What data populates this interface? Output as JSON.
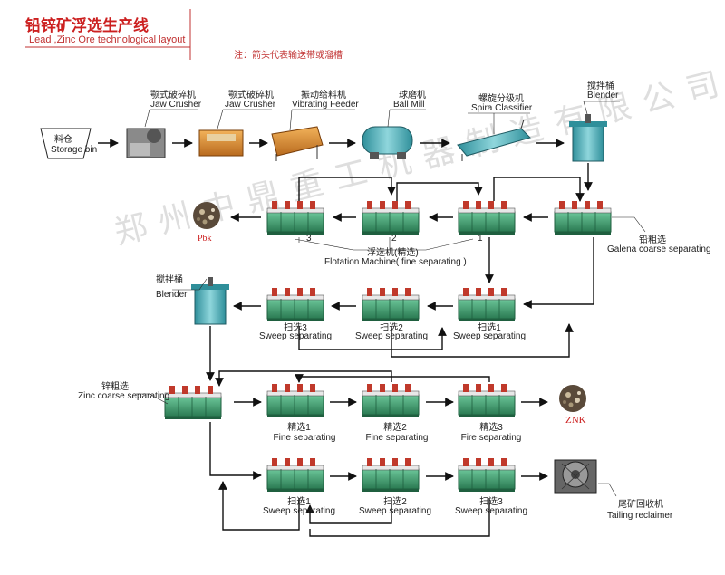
{
  "header": {
    "title_zh": "铅锌矿浮选生产线",
    "title_en": "Lead ,Zinc Ore technological layout",
    "note": "注：箭头代表输送带或溜槽"
  },
  "row1": {
    "storage_zh": "料仓",
    "storage_en": "Storage bin",
    "jaw1_zh": "颚式破碎机",
    "jaw1_en": "Jaw Crusher",
    "jaw2_zh": "颚式破碎机",
    "jaw2_en": "Jaw Crusher",
    "feeder_zh": "振动给料机",
    "feeder_en": "Vibrating Feeder",
    "mill_zh": "球磨机",
    "mill_en": "Ball Mill",
    "classifier_zh": "螺旋分级机",
    "classifier_en": "Spira Classifier",
    "blender_zh": "搅拌桶",
    "blender_en": "Blender"
  },
  "row2": {
    "pbk": "Pbk",
    "n3": "3",
    "n2": "2",
    "n1": "1",
    "fine_zh": "浮选机(精选)",
    "fine_en": "Flotation Machine( fine separating )",
    "galena_zh": "铅粗选",
    "galena_en": "Galena coarse separating"
  },
  "row3": {
    "blender_zh": "搅拌桶",
    "blender_en": "Blender",
    "s3_zh": "扫选3",
    "s3_en": "Sweep separating",
    "s2_zh": "扫选2",
    "s2_en": "Sweep separating",
    "s1_zh": "扫选1",
    "s1_en": "Sweep separating"
  },
  "row4": {
    "zinc_zh": "锌粗选",
    "zinc_en": "Zinc coarse separating",
    "f1_zh": "精选1",
    "f1_en": "Fine separating",
    "f2_zh": "精选2",
    "f2_en": "Fine separating",
    "f3_zh": "精选3",
    "f3_en": "Fire separating",
    "znk": "ZNK"
  },
  "row5": {
    "s1_zh": "扫选1",
    "s1_en": "Sweep separating",
    "s2_zh": "扫选2",
    "s2_en": "Sweep separating",
    "s3_zh": "扫选3",
    "s3_en": "Sweep separating",
    "tail_zh": "尾矿回收机",
    "tail_en": "Tailing reclaimer"
  },
  "watermark": "郑州中鼎重工机器制造有限公司",
  "colors": {
    "title": "#cc2020",
    "machine_green": "#3a9a6a",
    "machine_dark": "#1f5f3f",
    "line": "#111111"
  }
}
